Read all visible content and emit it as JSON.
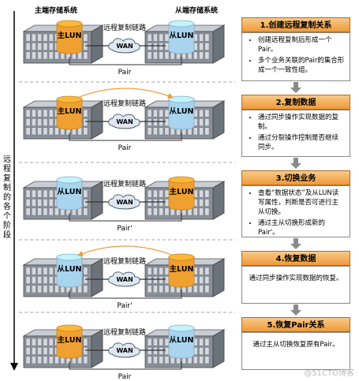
{
  "header": {
    "primary_storage": "主端存储系统",
    "secondary_storage": "从端存储系统"
  },
  "side_label": "远程复制的各个阶段",
  "stages": [
    {
      "left_lun": "主LUN",
      "left_color": "#f0a030",
      "right_lun": "从LUN",
      "right_color": "#a9d4ef",
      "link_label": "远程复制链路",
      "wan_label": "WAN",
      "pair_label": "Pair",
      "sync_arrow": "none"
    },
    {
      "left_lun": "主LUN",
      "left_color": "#f0a030",
      "right_lun": "从LUN",
      "right_color": "#a9d4ef",
      "link_label": "远程复制链路",
      "wan_label": "WAN",
      "pair_label": "Pair",
      "sync_arrow": "right"
    },
    {
      "left_lun": "从LUN",
      "left_color": "#a9d4ef",
      "right_lun": "主LUN",
      "right_color": "#f0a030",
      "link_label": "远程复制链路",
      "wan_label": "WAN",
      "pair_label": "Pair'",
      "sync_arrow": "none"
    },
    {
      "left_lun": "从LUN",
      "left_color": "#a9d4ef",
      "right_lun": "主LUN",
      "right_color": "#f0a030",
      "link_label": "远程复制链路",
      "wan_label": "WAN",
      "pair_label": "Pair'",
      "sync_arrow": "left"
    },
    {
      "left_lun": "主LUN",
      "left_color": "#f0a030",
      "right_lun": "从LUN",
      "right_color": "#a9d4ef",
      "link_label": "远程复制链路",
      "wan_label": "WAN",
      "pair_label": "Pair",
      "sync_arrow": "none"
    }
  ],
  "steps": [
    {
      "title": "1.创建远程复制关系",
      "bullets": [
        "创建远程复制后形成一个Pair。",
        "多个业务关联的Pair的集合形成一个一致性组。"
      ]
    },
    {
      "title": "2.复制数据",
      "bullets": [
        "通过同步操作实现数据的复制。",
        "通过分裂操作控制是否继续同步。"
      ]
    },
    {
      "title": "3.切换业务",
      "bullets": [
        "查看“数据状态”及从LUN读写属性，判断是否可进行主从切换。",
        "通过主从切换形成新的Pair'。"
      ]
    },
    {
      "title": "4.恢复数据",
      "text": "通过同步操作实现数据的恢复。"
    },
    {
      "title": "5.恢复Pair关系",
      "text": "通过主从切换恢复原有Pair。"
    }
  ],
  "watermark": "@51CTO博客",
  "colors": {
    "accent": "#ee9a3a",
    "primary_lun": "#f0a030",
    "secondary_lun": "#a9d4ef",
    "separator": "#888888"
  }
}
